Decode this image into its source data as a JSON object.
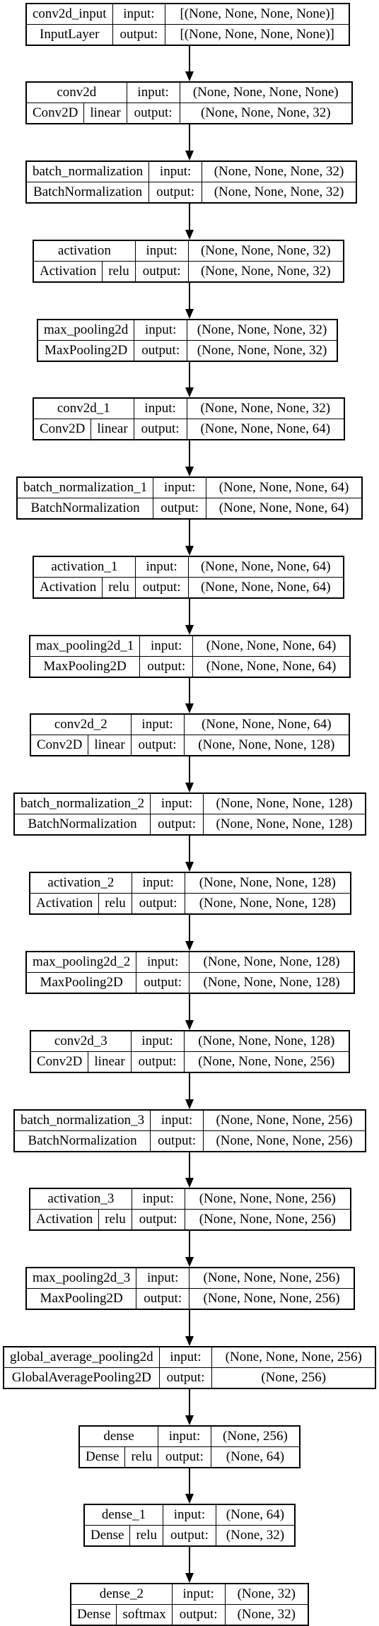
{
  "nodes": [
    {
      "name": "conv2d_input",
      "class": "InputLayer",
      "activation": "",
      "input": "[(None, None, None, None)]",
      "output": "[(None, None, None, None)]"
    },
    {
      "name": "conv2d",
      "class": "Conv2D",
      "activation": "linear",
      "input": "(None, None, None, None)",
      "output": "(None, None, None, 32)"
    },
    {
      "name": "batch_normalization",
      "class": "BatchNormalization",
      "activation": "",
      "input": "(None, None, None, 32)",
      "output": "(None, None, None, 32)"
    },
    {
      "name": "activation",
      "class": "Activation",
      "activation": "relu",
      "input": "(None, None, None, 32)",
      "output": "(None, None, None, 32)"
    },
    {
      "name": "max_pooling2d",
      "class": "MaxPooling2D",
      "activation": "",
      "input": "(None, None, None, 32)",
      "output": "(None, None, None, 32)"
    },
    {
      "name": "conv2d_1",
      "class": "Conv2D",
      "activation": "linear",
      "input": "(None, None, None, 32)",
      "output": "(None, None, None, 64)"
    },
    {
      "name": "batch_normalization_1",
      "class": "BatchNormalization",
      "activation": "",
      "input": "(None, None, None, 64)",
      "output": "(None, None, None, 64)"
    },
    {
      "name": "activation_1",
      "class": "Activation",
      "activation": "relu",
      "input": "(None, None, None, 64)",
      "output": "(None, None, None, 64)"
    },
    {
      "name": "max_pooling2d_1",
      "class": "MaxPooling2D",
      "activation": "",
      "input": "(None, None, None, 64)",
      "output": "(None, None, None, 64)"
    },
    {
      "name": "conv2d_2",
      "class": "Conv2D",
      "activation": "linear",
      "input": "(None, None, None, 64)",
      "output": "(None, None, None, 128)"
    },
    {
      "name": "batch_normalization_2",
      "class": "BatchNormalization",
      "activation": "",
      "input": "(None, None, None, 128)",
      "output": "(None, None, None, 128)"
    },
    {
      "name": "activation_2",
      "class": "Activation",
      "activation": "relu",
      "input": "(None, None, None, 128)",
      "output": "(None, None, None, 128)"
    },
    {
      "name": "max_pooling2d_2",
      "class": "MaxPooling2D",
      "activation": "",
      "input": "(None, None, None, 128)",
      "output": "(None, None, None, 128)"
    },
    {
      "name": "conv2d_3",
      "class": "Conv2D",
      "activation": "linear",
      "input": "(None, None, None, 128)",
      "output": "(None, None, None, 256)"
    },
    {
      "name": "batch_normalization_3",
      "class": "BatchNormalization",
      "activation": "",
      "input": "(None, None, None, 256)",
      "output": "(None, None, None, 256)"
    },
    {
      "name": "activation_3",
      "class": "Activation",
      "activation": "relu",
      "input": "(None, None, None, 256)",
      "output": "(None, None, None, 256)"
    },
    {
      "name": "max_pooling2d_3",
      "class": "MaxPooling2D",
      "activation": "",
      "input": "(None, None, None, 256)",
      "output": "(None, None, None, 256)"
    },
    {
      "name": "global_average_pooling2d",
      "class": "GlobalAveragePooling2D",
      "activation": "",
      "input": "(None, None, None, 256)",
      "output": "(None, 256)"
    },
    {
      "name": "dense",
      "class": "Dense",
      "activation": "relu",
      "input": "(None, 256)",
      "output": "(None, 64)"
    },
    {
      "name": "dense_1",
      "class": "Dense",
      "activation": "relu",
      "input": "(None, 64)",
      "output": "(None, 32)"
    },
    {
      "name": "dense_2",
      "class": "Dense",
      "activation": "softmax",
      "input": "(None, 32)",
      "output": "(None, 32)"
    }
  ],
  "labels": {
    "input": "input:",
    "output": "output:"
  }
}
